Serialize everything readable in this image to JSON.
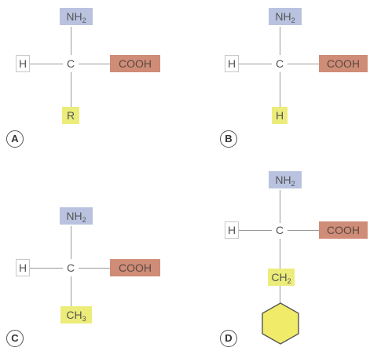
{
  "colors": {
    "amino": "#b9c3e0",
    "carboxyl": "#cf8c77",
    "side_chain": "#ecec7a",
    "hydrogen": "#ffffff"
  },
  "panels": {
    "a": {
      "label": "A",
      "amino_main": "NH",
      "amino_sub": "2",
      "hydrogen": "H",
      "carbon": "C",
      "carboxyl": "COOH",
      "side_chain_main": "R",
      "side_chain_sub": ""
    },
    "b": {
      "label": "B",
      "amino_main": "NH",
      "amino_sub": "2",
      "hydrogen": "H",
      "carbon": "C",
      "carboxyl": "COOH",
      "side_chain_main": "H",
      "side_chain_sub": ""
    },
    "c": {
      "label": "C",
      "amino_main": "NH",
      "amino_sub": "2",
      "hydrogen": "H",
      "carbon": "C",
      "carboxyl": "COOH",
      "side_chain_main": "CH",
      "side_chain_sub": "3"
    },
    "d": {
      "label": "D",
      "amino_main": "NH",
      "amino_sub": "2",
      "hydrogen": "H",
      "carbon": "C",
      "carboxyl": "COOH",
      "side_chain_main": "CH",
      "side_chain_sub": "2",
      "ring_icon": "benzene-ring-icon"
    }
  }
}
